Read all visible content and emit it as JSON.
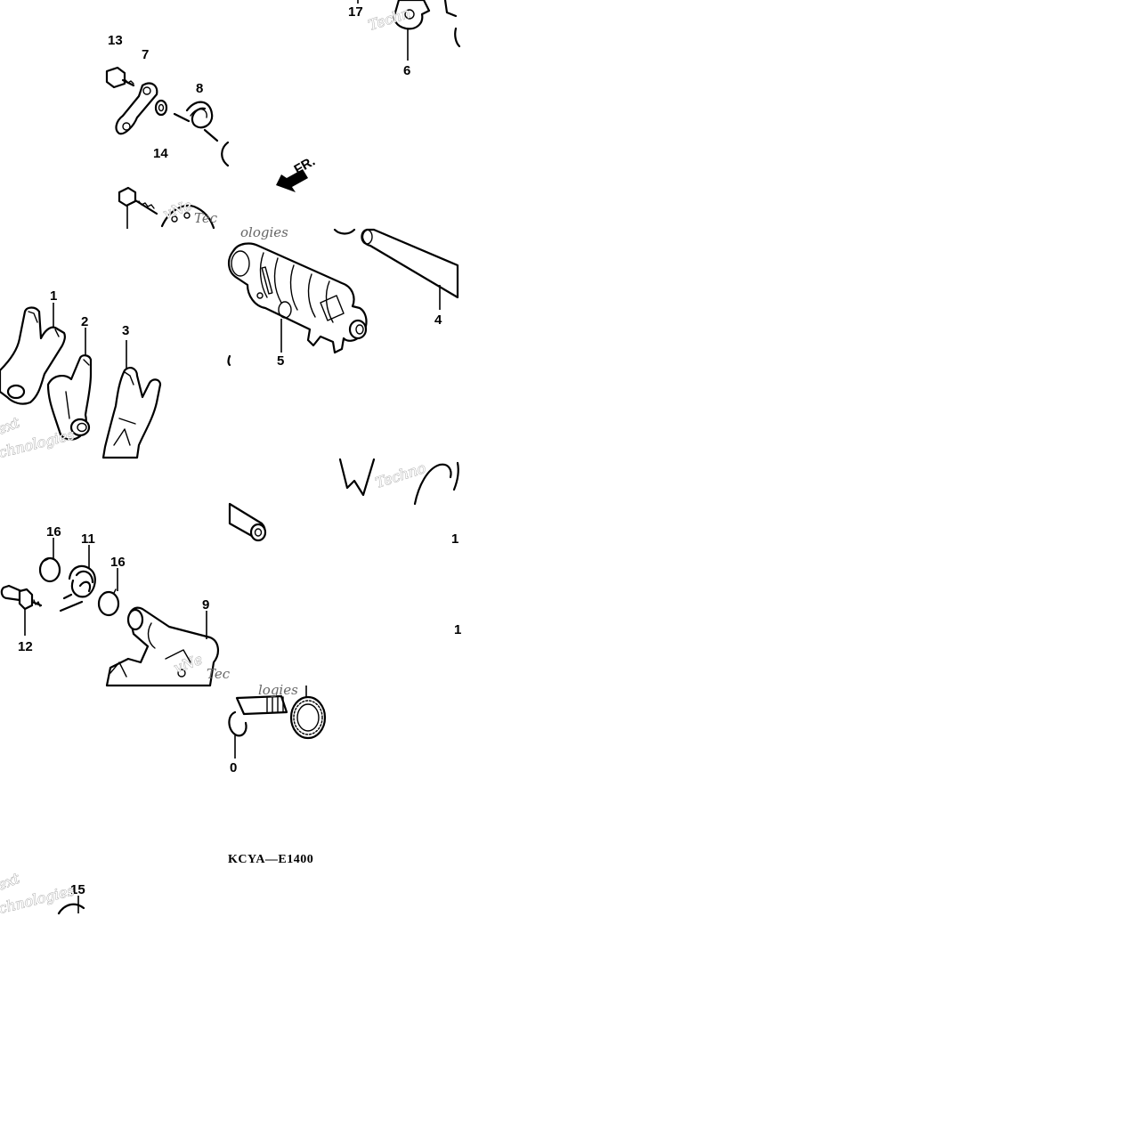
{
  "diagram": {
    "callouts": [
      "1",
      "2",
      "3",
      "4",
      "5",
      "6",
      "7",
      "8",
      "9",
      "0",
      "11",
      "12",
      "13",
      "14",
      "15",
      "16",
      "16",
      "17",
      "1",
      "1"
    ],
    "direction_label": "FR.",
    "diagram_code": "KCYA—E1400",
    "watermark": {
      "w1": "Techn",
      "w2": "vNe",
      "w3": "Tec",
      "w4": "ologies",
      "w5": "ext",
      "w6": "chnologies",
      "w7": "Techno",
      "w8": "vNe",
      "w9": "Tec",
      "w10": "logies",
      "w11": "ext",
      "w12": "chnologies"
    },
    "colors": {
      "line": "#000000",
      "background": "#ffffff"
    },
    "icons": {
      "direction": "arrow-front-left-icon"
    }
  }
}
